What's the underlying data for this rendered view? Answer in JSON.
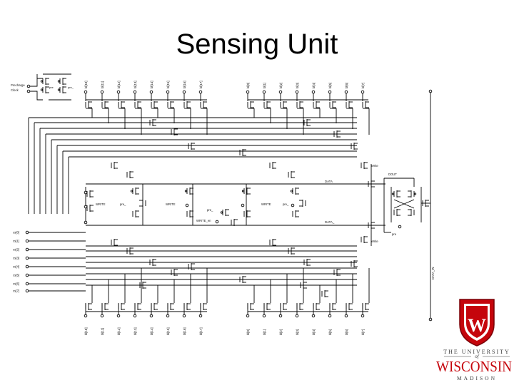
{
  "slide": {
    "title": "Sensing Unit",
    "colors": {
      "background": "#ffffff",
      "ink": "#000000",
      "logo_red": "#c5050c",
      "logo_grey": "#3b3b3b"
    }
  },
  "schematic": {
    "top_bitline_labels_left": [
      "bl[10]",
      "bl[11]",
      "bl[12]",
      "bl[13]",
      "bl[14]",
      "bl[15]",
      "bl[16]",
      "bl[17]"
    ],
    "top_bitline_labels_right": [
      "bl[0]",
      "bl[1]",
      "bl[2]",
      "bl[3]",
      "bl[4]",
      "bl[5]",
      "bl[6]",
      "bl[7]"
    ],
    "bottom_bitline_labels_left": [
      "bl[10]",
      "bl[11]",
      "bl[12]",
      "bl[13]",
      "bl[14]",
      "bl[15]",
      "bl[16]",
      "bl[17]"
    ],
    "bottom_bitline_labels_right": [
      "bl[0]",
      "bl[1]",
      "bl[2]",
      "bl[3]",
      "bl[4]",
      "bl[5]",
      "bl[6]",
      "bl[7]"
    ],
    "precharge_inputs": [
      "Precharge",
      "Clock"
    ],
    "precharge_pmos_labels": [
      "pre",
      "pre_"
    ],
    "column_selects": [
      "cs[0]",
      "cs[1]",
      "cs[2]",
      "cs[3]",
      "cs[4]",
      "cs[5]",
      "cs[6]",
      "cs[7]"
    ],
    "net_labels": {
      "write_left": "WRITE",
      "write_mid": "WRITE",
      "write_right": "WRITE",
      "pre_left": "pre_",
      "pre_right": "pre_",
      "pre_center": "pre_",
      "write_en_center": "WRITE_en",
      "write_en_top": "Write",
      "write_en_bottom": "Write",
      "data_top": "DATA",
      "data_bottom": "DATA_",
      "dout": "DOUT",
      "pre_out": "pre",
      "vertical_bus": "DATA_IN"
    }
  },
  "logo": {
    "shield_letter": "W",
    "line1": "THE UNIVERSITY",
    "line2": "of",
    "line3": "WISCONSIN",
    "line4": "MADISON"
  }
}
